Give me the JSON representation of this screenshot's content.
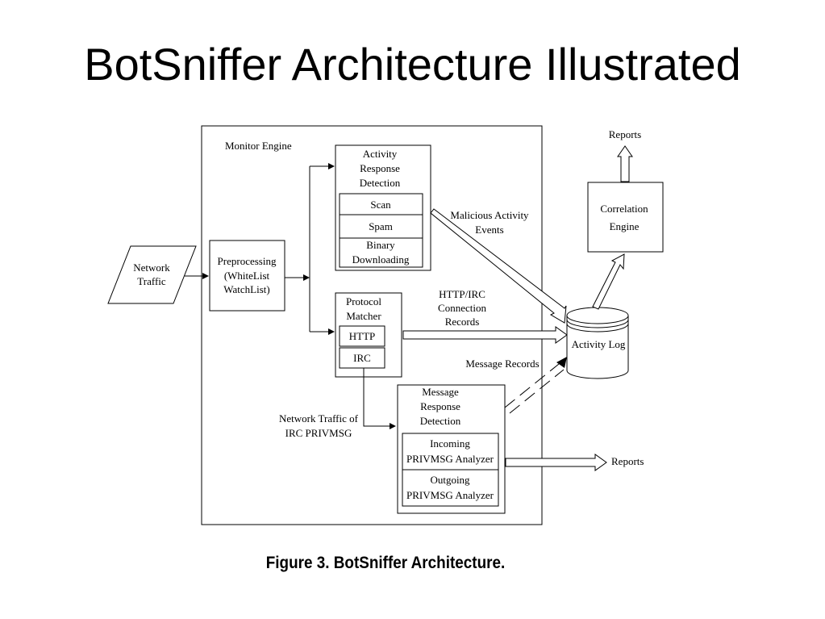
{
  "slide": {
    "title": "BotSniffer Architecture Illustrated",
    "caption": "Figure 3. BotSniffer Architecture."
  },
  "diagram": {
    "monitor_engine": "Monitor Engine",
    "network_traffic": [
      "Network",
      "Traffic"
    ],
    "preprocessing": [
      "Preprocessing",
      "(WhiteList",
      "WatchList)"
    ],
    "activity_response": {
      "title": [
        "Activity",
        "Response",
        "Detection"
      ],
      "scan": "Scan",
      "spam": "Spam",
      "binary": [
        "Binary",
        "Downloading"
      ]
    },
    "protocol_matcher": {
      "title": [
        "Protocol",
        "Matcher"
      ],
      "http": "HTTP",
      "irc": "IRC"
    },
    "message_response": {
      "title": [
        "Message",
        "Response",
        "Detection"
      ],
      "incoming": [
        "Incoming",
        "PRIVMSG Analyzer"
      ],
      "outgoing": [
        "Outgoing",
        "PRIVMSG Analyzer"
      ]
    },
    "correlation_engine": [
      "Correlation",
      "Engine"
    ],
    "activity_log": "Activity Log",
    "reports_top": "Reports",
    "reports_bottom": "Reports",
    "malicious_events": [
      "Malicious Activity",
      "Events"
    ],
    "http_irc_records": [
      "HTTP/IRC",
      "Connection",
      "Records"
    ],
    "message_records": "Message Records",
    "irc_privmsg_traffic": [
      "Network Traffic of",
      "IRC PRIVMSG"
    ]
  }
}
